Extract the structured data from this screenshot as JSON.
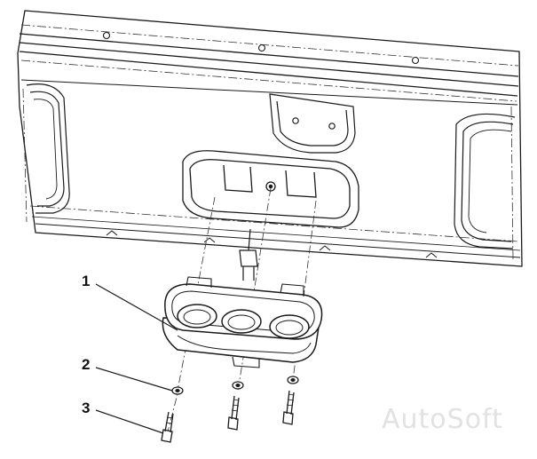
{
  "callouts": [
    {
      "label": "1"
    },
    {
      "label": "2"
    },
    {
      "label": "3"
    }
  ],
  "watermark": "AutoSoft",
  "colors": {
    "line": "#1a1a1a",
    "dash": "#333333",
    "background": "#ffffff",
    "watermark": "#e2e2e2"
  }
}
